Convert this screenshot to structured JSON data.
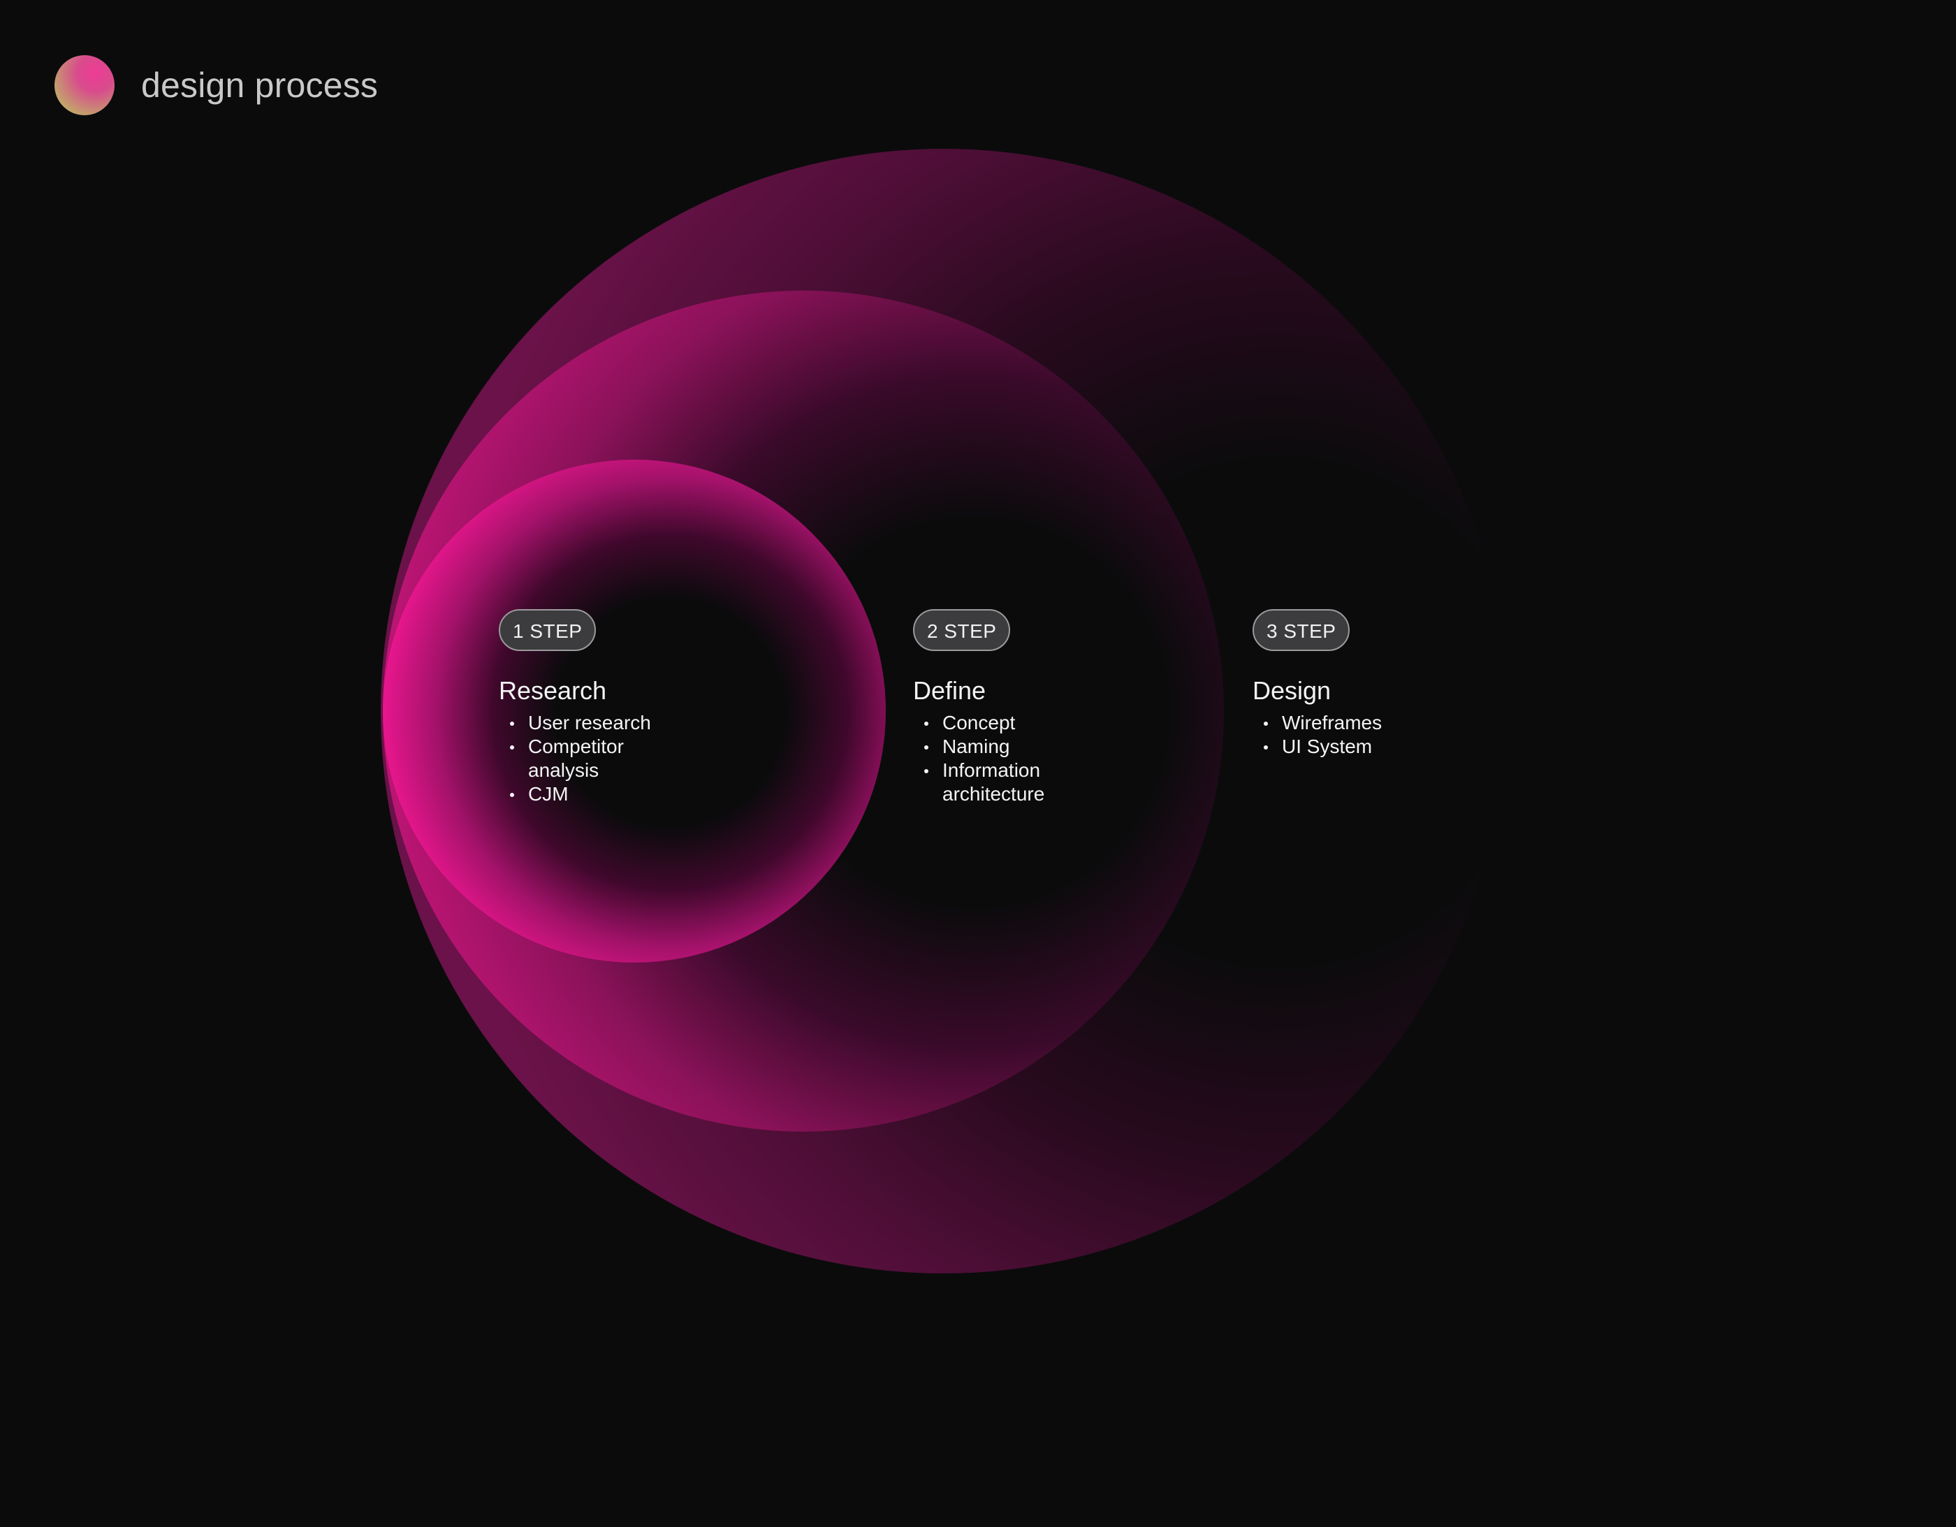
{
  "header": {
    "title": "design process",
    "logo_icon": "gradient-sphere-icon"
  },
  "colors": {
    "background": "#0b0b0c",
    "ring_outer": "#5c1040",
    "ring_middle": "#b3146f",
    "ring_inner": "#e8188e",
    "badge_bg": "#3c3b3d"
  },
  "steps": [
    {
      "badge": "1 STEP",
      "title": "Research",
      "items": [
        "User research",
        "Competitor analysis",
        "CJM"
      ]
    },
    {
      "badge": "2 STEP",
      "title": "Define",
      "items": [
        "Concept",
        "Naming",
        "Information architecture"
      ]
    },
    {
      "badge": "3 STEP",
      "title": "Design",
      "items": [
        "Wireframes",
        "UI System"
      ]
    }
  ]
}
